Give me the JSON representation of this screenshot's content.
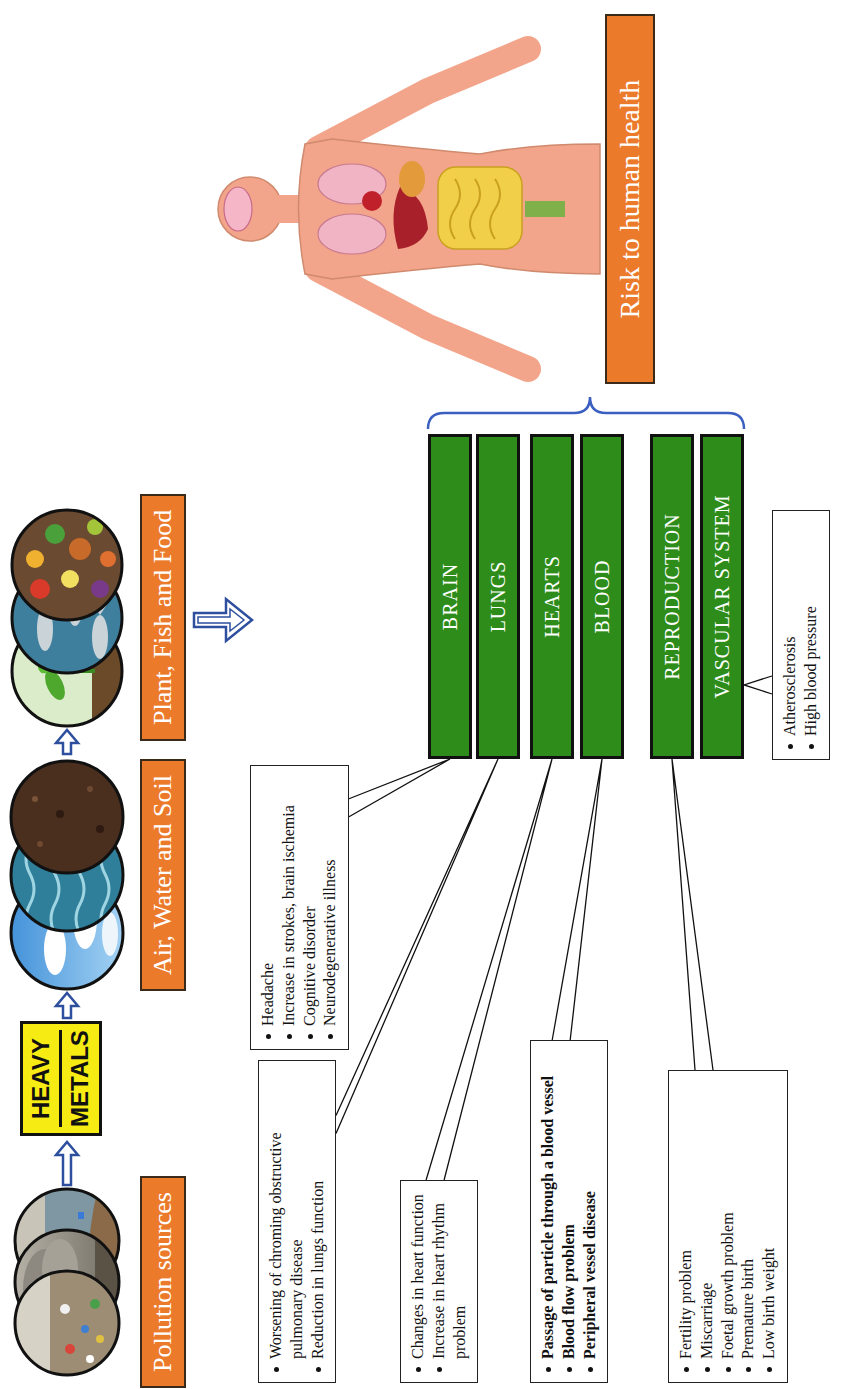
{
  "diagram": {
    "nodes": [
      {
        "text": [
          "Pollution sources"
        ]
      },
      {
        "text": [
          "HEAVY",
          "METALS"
        ]
      },
      {
        "text": [
          "Air, Water and Soil"
        ]
      },
      {
        "text": [
          "Plant, Fish and Food"
        ]
      },
      {
        "text": [
          "Risk to human health"
        ]
      },
      {
        "text": [
          "Headache",
          "Increase in strokes, brain ischemia",
          "Cognitive disorder",
          "Neurodegenerative illness"
        ]
      },
      {
        "text": [
          "Worsening of chroming obstructive pulmonary disease",
          "Reduction in lungs function"
        ]
      },
      {
        "text": [
          "BRAIN"
        ]
      },
      {
        "text": [
          "LUNGS"
        ]
      },
      {
        "text": [
          "HEARTS"
        ]
      },
      {
        "text": [
          "BLOOD"
        ]
      },
      {
        "text": [
          "REPRODUCTION"
        ]
      },
      {
        "text": [
          "VASCULAR SYSTEM"
        ]
      },
      {
        "text": [
          "Changes in heart function",
          "Increase in heart rhythm problem"
        ]
      },
      {
        "text": [
          "Passage of particle through a blood vessel",
          "Blood flow problem",
          "Peripheral vessel disease"
        ]
      },
      {
        "text": [
          "Fertility problem",
          "Miscarriage",
          "Foetal growth problem",
          "Premature birth",
          "Low birth weight"
        ]
      },
      {
        "text": [
          "Atherosclerosis",
          "High blood pressure"
        ]
      }
    ],
    "edges": [
      {
        "from": 5,
        "to": 7,
        "arrow": "none"
      },
      {
        "from": 6,
        "to": 8,
        "arrow": "none"
      },
      {
        "from": 13,
        "to": 9,
        "arrow": "none"
      },
      {
        "from": 14,
        "to": 10,
        "arrow": "none"
      },
      {
        "from": 15,
        "to": 11,
        "arrow": "none"
      },
      {
        "from": 16,
        "to": 12,
        "arrow": "none"
      }
    ]
  }
}
